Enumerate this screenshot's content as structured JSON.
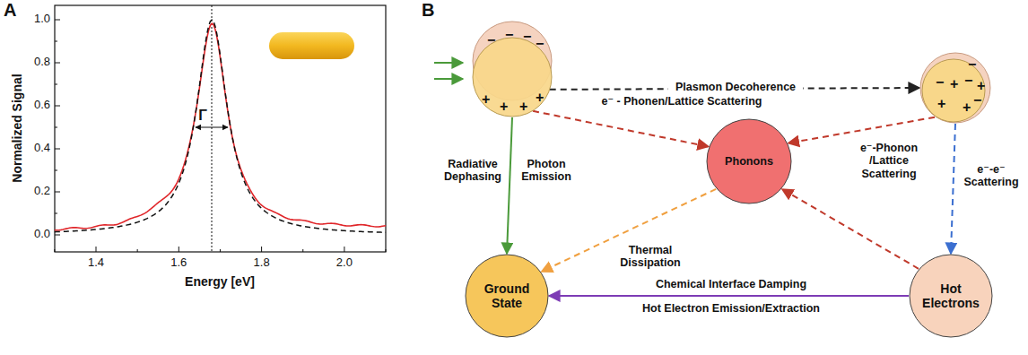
{
  "diagram": {
    "nodes": [
      {
        "text": [
          "−",
          "−",
          "−",
          "−",
          "+",
          "+",
          "+",
          "+"
        ]
      },
      {
        "text": [
          "−",
          "−",
          "+",
          "−",
          "+",
          "+",
          "+",
          "−"
        ]
      },
      {
        "text": [
          "Phonons"
        ]
      },
      {
        "text": [
          "Ground State"
        ]
      },
      {
        "text": [
          "Hot Electrons"
        ]
      }
    ],
    "edges": [
      {
        "from": 0,
        "to": 1,
        "arrow": "to",
        "label": "Plasmon Decoherence"
      },
      {
        "from": 0,
        "to": 2,
        "arrow": "to",
        "label": "e⁻ - Phonen/Lattice Scattering"
      },
      {
        "from": 1,
        "to": 2,
        "arrow": "to",
        "label": "e⁻-Phonon /Lattice Scattering"
      },
      {
        "from": 1,
        "to": 4,
        "arrow": "to",
        "label": "e⁻-e⁻ Scattering"
      },
      {
        "from": 4,
        "to": 2,
        "arrow": "to"
      },
      {
        "from": 2,
        "to": 3,
        "arrow": "to",
        "label": "Thermal Dissipation"
      },
      {
        "from": 0,
        "to": 3,
        "arrow": "to",
        "label": "Radiative Dephasing"
      },
      {
        "from": 4,
        "to": 3,
        "arrow": "to",
        "label": "Chemical Interface Damping"
      }
    ],
    "labels": [
      "A",
      "B",
      "1.0",
      "0.8",
      "0.6",
      "0.4",
      "0.2",
      "0.0",
      "1.4",
      "1.6",
      "1.8",
      "2.0",
      "Normalized Signal",
      "Energy [eV]",
      "Γ",
      "Photon Emission",
      "Hot Electron Emission/Extraction"
    ]
  }
}
